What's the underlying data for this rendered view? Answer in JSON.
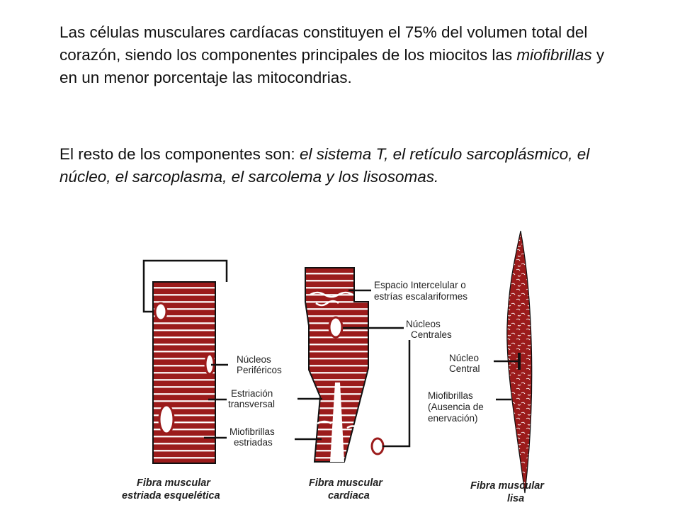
{
  "text": {
    "p1_a": "Las células musculares cardíacas constituyen   el 75% del volumen total del corazón, siendo los componentes principales de los miocitos las ",
    "p1_em": "miofibrillas",
    "p1_b": " y en un menor porcentaje las mitocondrias.",
    "p2_a": "El resto de los componentes son:  ",
    "p2_em": "el sistema T, el retículo sarcoplásmico, el núcleo, el sarcoplasma,  el sarcolema y los lisosomas."
  },
  "diagram": {
    "colors": {
      "fiber": "#9b1b1b",
      "stripe": "#ffffff",
      "line": "#111111"
    },
    "skeletal": {
      "labels": [
        {
          "line1": "Núcleos",
          "line2": "Periféricos"
        },
        {
          "line1": "Estriación",
          "line2": "transversal"
        },
        {
          "line1": "Miofibrillas",
          "line2": "estriadas"
        }
      ],
      "caption": {
        "line1": "Fibra muscular",
        "line2": "estriada esquelética"
      }
    },
    "cardiac": {
      "labels": [
        {
          "line1": "Espacio Intercelular o",
          "line2": "estrías escalariformes"
        },
        {
          "line1": "Núcleos",
          "line2": "Centrales"
        }
      ],
      "caption": {
        "line1": "Fibra muscular",
        "line2": "cardiaca"
      }
    },
    "smooth": {
      "labels": [
        {
          "line1": "Núcleo",
          "line2": "Central"
        },
        {
          "line1": "Miofibrillas",
          "line2": "(Ausencia de",
          "line3": "enervación)"
        }
      ],
      "caption": {
        "line1": "Fibra muscular",
        "line2": "lisa"
      }
    }
  }
}
